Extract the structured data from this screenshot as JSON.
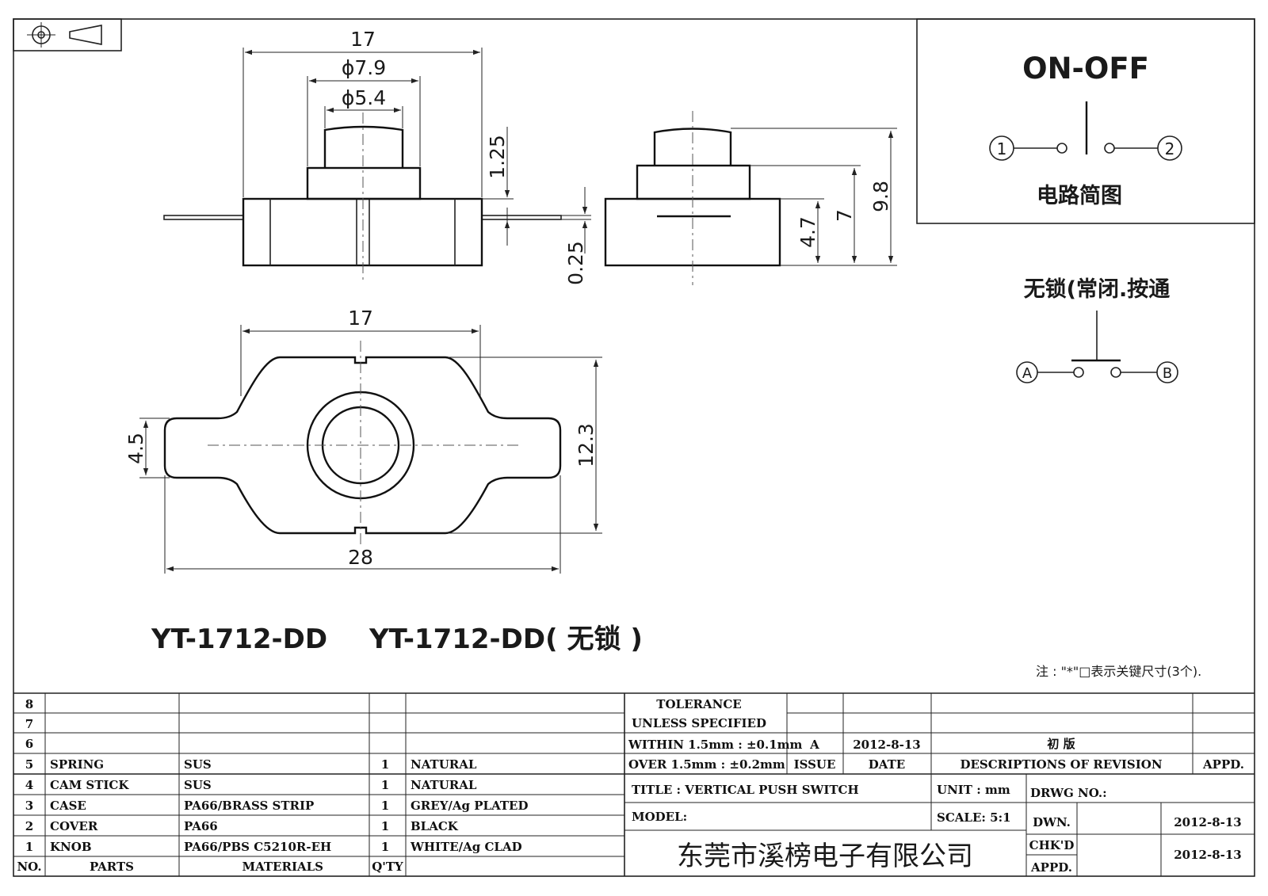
{
  "views": {
    "front": {
      "width": "17",
      "outer_dia": "ϕ7.9",
      "inner_dia": "ϕ5.4",
      "step": "1.25",
      "terminal": "0.25"
    },
    "side": {
      "h1": "4.7",
      "h2": "7",
      "h3": "9.8"
    },
    "top": {
      "width": "17",
      "length": "28",
      "tab": "4.5",
      "body": "12.3"
    }
  },
  "circuit": {
    "title": "ON-OFF",
    "terminal_1": "1",
    "terminal_2": "2",
    "caption": "电路简图"
  },
  "switch_type": {
    "caption": "无锁(常闭.按通",
    "terminal_a": "A",
    "terminal_b": "B"
  },
  "model_labels": {
    "left": "YT-1712-DD",
    "right": "YT-1712-DD( 无锁 )"
  },
  "note": "注 : \"*\"□表示关键尺寸(3个).",
  "parts_table": {
    "header": {
      "no": "NO.",
      "parts": "PARTS",
      "materials": "MATERIALS",
      "qty": "Q'TY"
    },
    "rows": [
      {
        "no": "8",
        "part": "",
        "material": "",
        "qty": "",
        "finish": ""
      },
      {
        "no": "7",
        "part": "",
        "material": "",
        "qty": "",
        "finish": ""
      },
      {
        "no": "6",
        "part": "",
        "material": "",
        "qty": "",
        "finish": ""
      },
      {
        "no": "5",
        "part": "SPRING",
        "material": "SUS",
        "qty": "1",
        "finish": "NATURAL"
      },
      {
        "no": "4",
        "part": "CAM STICK",
        "material": "SUS",
        "qty": "1",
        "finish": "NATURAL"
      },
      {
        "no": "3",
        "part": "CASE",
        "material": "PA66/BRASS STRIP",
        "qty": "1",
        "finish": "GREY/Ag PLATED"
      },
      {
        "no": "2",
        "part": "COVER",
        "material": "PA66",
        "qty": "1",
        "finish": "BLACK"
      },
      {
        "no": "1",
        "part": "KNOB",
        "material": "PA66/PBS C5210R-EH",
        "qty": "1",
        "finish": "WHITE/Ag CLAD"
      }
    ]
  },
  "title_block": {
    "tolerance_1": "TOLERANCE",
    "tolerance_2": "UNLESS  SPECIFIED",
    "within": "WITHIN 1.5mm : ±0.1mm",
    "over": "OVER 1.5mm : ±0.2mm",
    "issue_value": "A",
    "date_value": "2012-8-13",
    "revision_value": "初  版",
    "issue_label": "ISSUE",
    "date_label": "DATE",
    "revision_label": "DESCRIPTIONS OF REVISION",
    "appd_label": "APPD.",
    "title": "TITLE :  VERTICAL PUSH SWITCH",
    "unit": "UNIT :  mm",
    "drwg_no": "DRWG NO.:",
    "model": "MODEL:",
    "scale": "SCALE:  5:1",
    "dwn_label": "DWN.",
    "dwn_date": "2012-8-13",
    "chkd_label": "CHK'D",
    "chkd_date": "2012-8-13",
    "appd2_label": "APPD.",
    "company": "东莞市溪榜电子有限公司"
  }
}
